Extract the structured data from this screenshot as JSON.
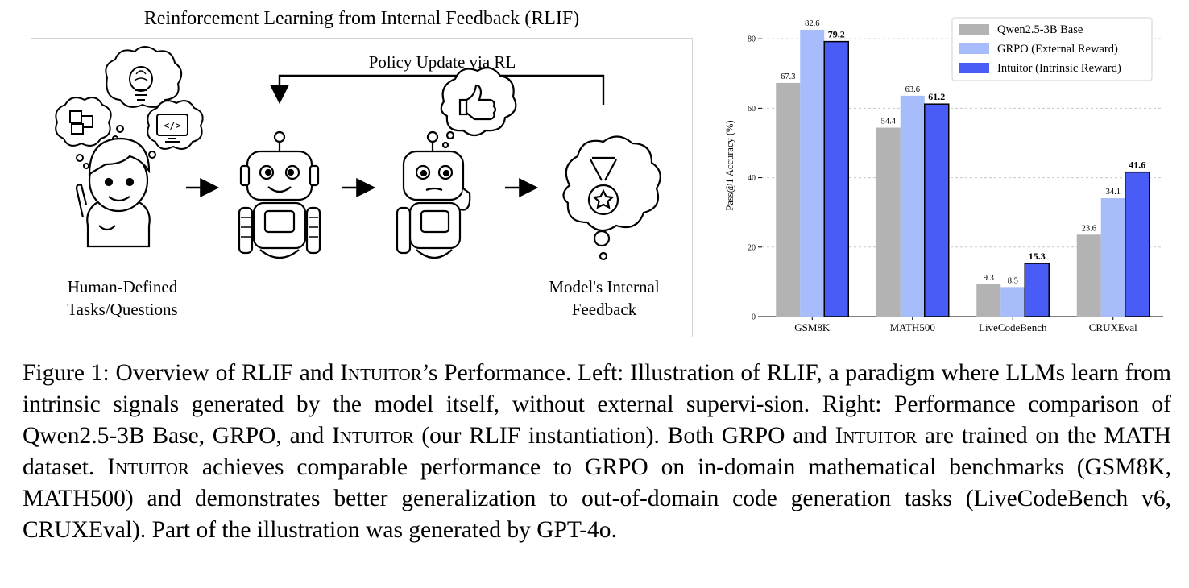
{
  "illustration": {
    "title": "Reinforcement Learning from Internal Feedback (RLIF)",
    "loop_label": "Policy Update via RL",
    "label_left": [
      "Human-Defined",
      "Tasks/Questions"
    ],
    "label_right": [
      "Model's Internal",
      "Feedback"
    ],
    "icons": [
      "boy-icon",
      "brain-lightbulb-icon",
      "puzzle-icon",
      "code-monitor-icon",
      "robot-icon",
      "thinking-robot-icon",
      "thumbs-up-icon",
      "medal-icon",
      "arrow-icon"
    ]
  },
  "chart_data": {
    "type": "bar",
    "categories": [
      "GSM8K",
      "MATH500",
      "LiveCodeBench",
      "CRUXEval"
    ],
    "series": [
      {
        "name": "Qwen2.5-3B Base",
        "values": [
          67.3,
          54.4,
          9.3,
          23.6
        ],
        "color": "#b3b3b3"
      },
      {
        "name": "GRPO (External Reward)",
        "values": [
          82.6,
          63.6,
          8.5,
          34.1
        ],
        "color": "#a6bcfb"
      },
      {
        "name": "Intuitor (Intrinsic Reward)",
        "values": [
          79.2,
          61.2,
          15.3,
          41.6
        ],
        "color": "#4a5cf6",
        "bold_labels": true
      }
    ],
    "ylabel": "Pass@1 Accuracy (%)",
    "yticks": [
      0,
      20,
      40,
      60,
      80
    ],
    "ylim": [
      0,
      87
    ],
    "grid": "y-dashed",
    "legend": "top-right"
  },
  "caption": {
    "fig": "Figure 1:",
    "t1": " Overview of RLIF and ",
    "intuitor": "Intuitor",
    "t2": "’s Performance. Left: Illustration of RLIF, a paradigm where LLMs learn from intrinsic signals generated by the model itself, without external supervi-sion.  Right: Performance comparison of Qwen2.5-3B Base, GRPO, and ",
    "t3": " (our RLIF instantiation). Both GRPO and ",
    "t4": " are trained on the MATH dataset. ",
    "t5": " achieves comparable performance to GRPO on in-domain mathematical benchmarks (GSM8K, MATH500) and demonstrates better generalization to out-of-domain code generation tasks (LiveCodeBench v6, CRUXEval). Part of the illustration was generated by GPT-4o."
  }
}
